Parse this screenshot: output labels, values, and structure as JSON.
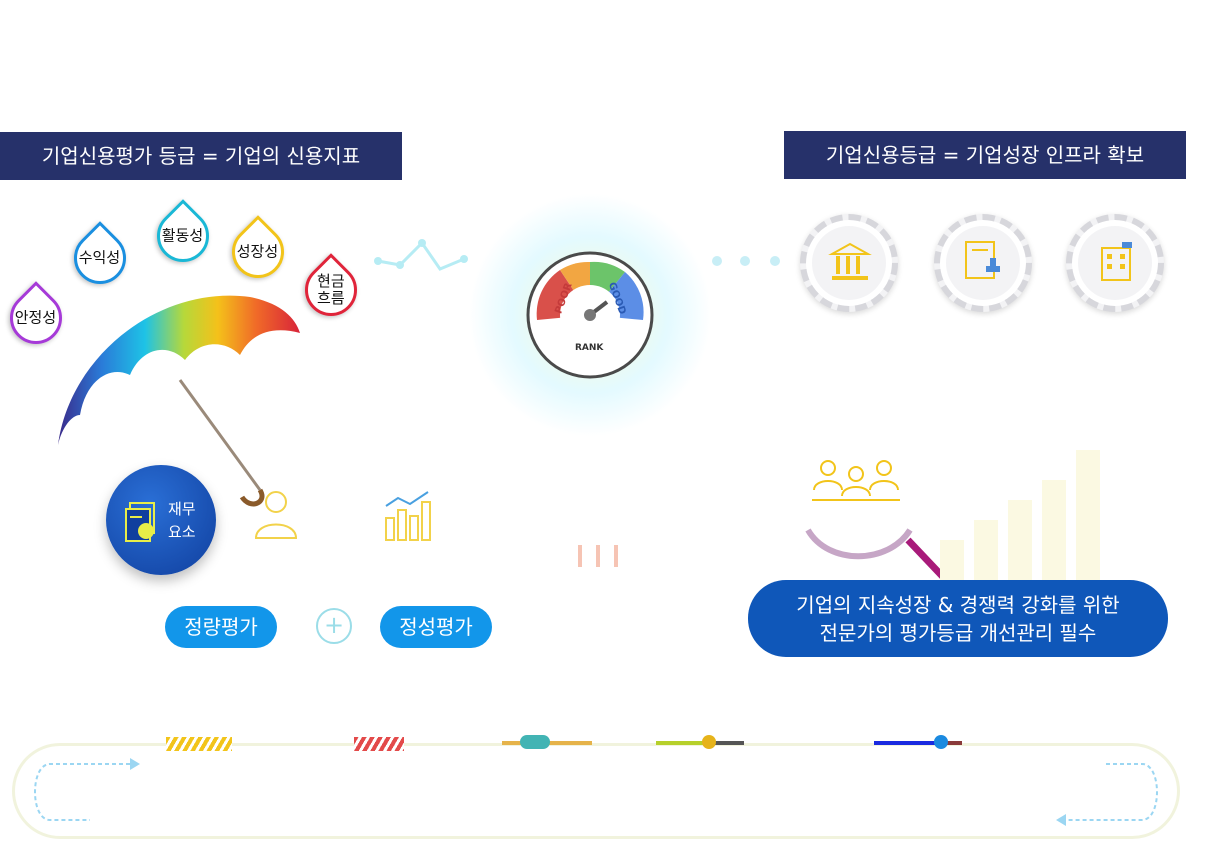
{
  "banners": {
    "left": "기업신용평가 등급 = 기업의 신용지표",
    "right": "기업신용등급 = 기업성장 인프라 확보"
  },
  "drops": {
    "stability": "안정성",
    "profitability": "수익성",
    "activity": "활동성",
    "growth": "성장성",
    "cashflow_line1": "현금",
    "cashflow_line2": "흐름"
  },
  "finance": {
    "line1": "재무",
    "line2": "요소"
  },
  "evaluation": {
    "quantitative": "정량평가",
    "qualitative": "정성평가",
    "plus_symbol": "+"
  },
  "gauge": {
    "poor": "POOR",
    "good": "GOOD",
    "rank": "RANK"
  },
  "callout": {
    "line1": "기업의 지속성장 & 경쟁력 강화를 위한",
    "line2": "전문가의 평가등급 개선관리 필수"
  },
  "colors": {
    "banner": "#26316a",
    "pill": "#1296ea",
    "callout": "#0f57b9",
    "accent_yellow": "#f2c41a",
    "accent_red": "#e34a4a"
  },
  "icons": [
    "umbrella-icon",
    "document-chart-icon",
    "person-icon",
    "bar-chart-icon",
    "bank-icon",
    "document-stamp-icon",
    "building-icon",
    "people-group-icon",
    "magnifier-icon",
    "gauge-icon"
  ]
}
